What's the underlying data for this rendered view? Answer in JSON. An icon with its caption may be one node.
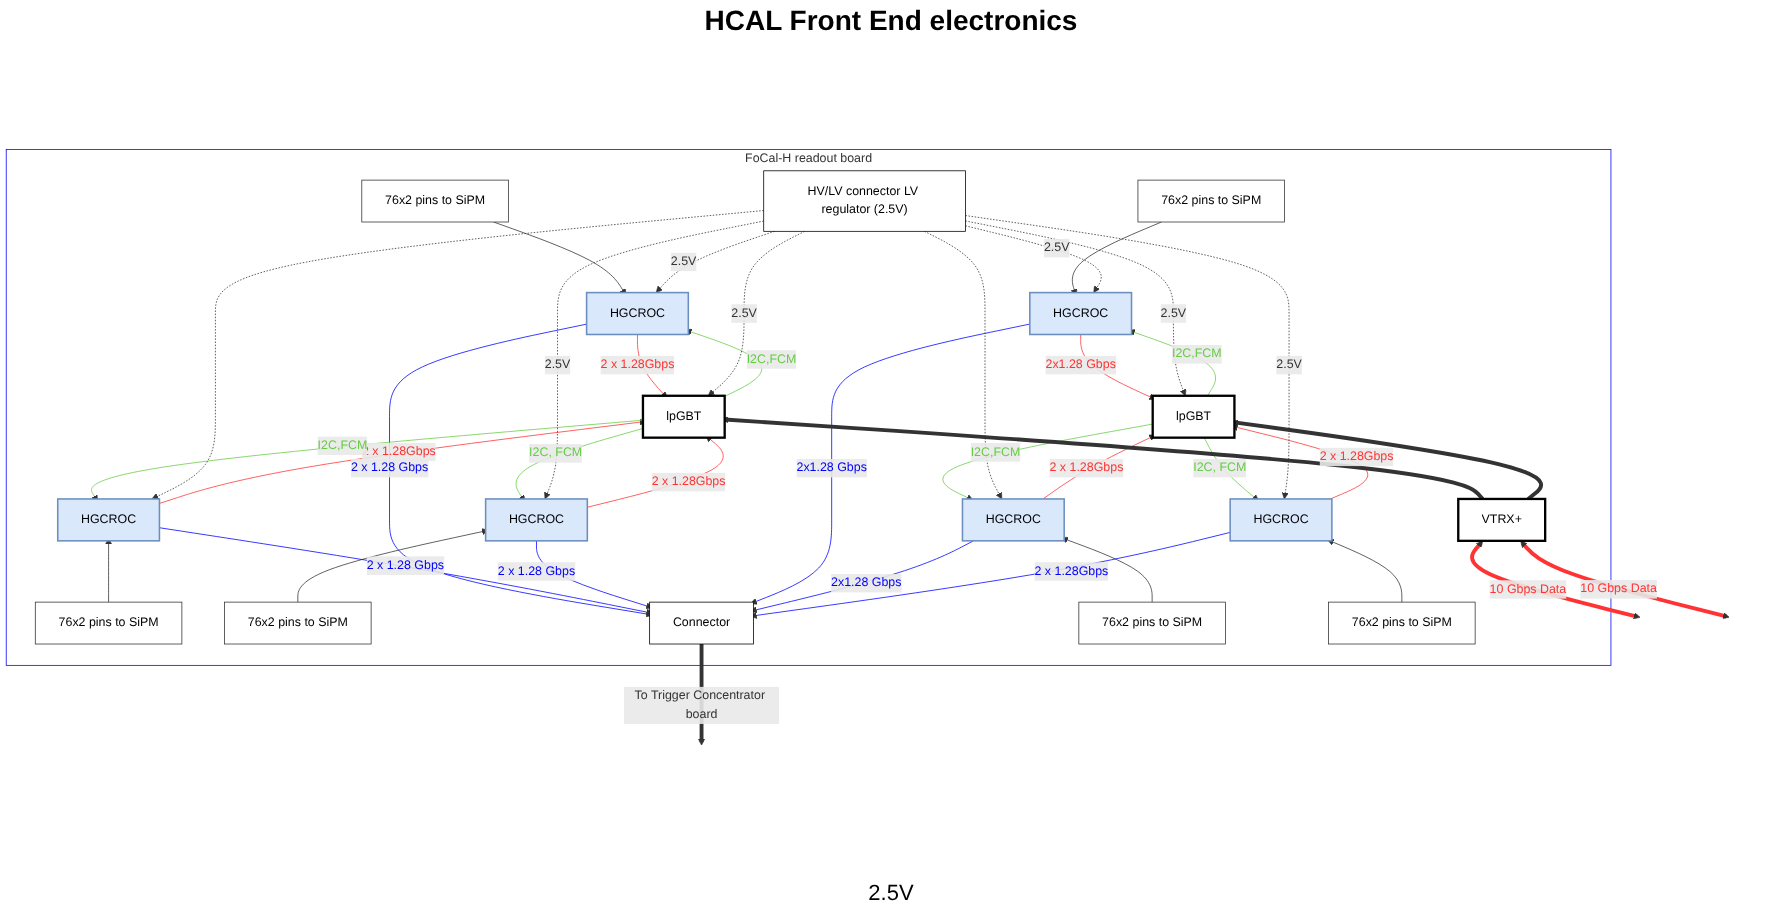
{
  "diagram": {
    "title": "HCAL Front End electronics",
    "nodes": [
      {
        "text": [
          "FoCal-H readout board"
        ]
      },
      {
        "text": [
          "76x2 pins to SiPM"
        ],
        "in": 0
      },
      {
        "text": [
          "76x2 pins to SiPM"
        ],
        "in": 0
      },
      {
        "text": [
          "76x2 pins to SiPM"
        ],
        "in": 0
      },
      {
        "text": [
          "76x2 pins to SiPM"
        ],
        "in": 0
      },
      {
        "text": [
          "HGCROC"
        ],
        "in": 0
      },
      {
        "text": [
          "Connector"
        ],
        "in": 0
      },
      {
        "text": [
          "HGCROC"
        ],
        "in": 0
      },
      {
        "text": [
          "HGCROC"
        ],
        "in": 0
      },
      {
        "text": [
          "lpGBT"
        ],
        "in": 0
      },
      {
        "text": [
          "HV/LV connector LV regulator (2.5V)"
        ],
        "in": 0
      },
      {
        "text": [
          "lpGBT"
        ],
        "in": 0
      },
      {
        "text": [
          "HGCROC"
        ],
        "in": 0
      },
      {
        "text": [
          "VTRX+"
        ],
        "in": 0
      },
      {
        "text": [
          "HGCROC"
        ],
        "in": 0
      },
      {
        "text": [
          "HGCROC"
        ],
        "in": 0
      },
      {
        "text": [
          "76x2 pins to SiPM"
        ],
        "in": 0
      },
      {
        "text": [
          "76x2 pins to SiPM"
        ],
        "in": 0
      }
    ],
    "edges": [
      {
        "from": 1,
        "to": 5,
        "arrow": "to"
      },
      {
        "from": 2,
        "to": 7,
        "arrow": "to"
      },
      {
        "from": 3,
        "to": 8,
        "arrow": "to"
      },
      {
        "from": 4,
        "to": 12,
        "arrow": "to"
      },
      {
        "from": 16,
        "to": 14,
        "arrow": "to"
      },
      {
        "from": 17,
        "to": 15,
        "arrow": "to"
      },
      {
        "from": 5,
        "to": 6,
        "arrow": "to",
        "label": "2 x 1.28 Gbps",
        "color": "#0000ff"
      },
      {
        "from": 8,
        "to": 6,
        "arrow": "to",
        "label": "2 x 1.28 Gbps",
        "color": "#0000ff"
      },
      {
        "from": 14,
        "to": 6,
        "arrow": "to",
        "label": "2 x 1.28 Gbps",
        "color": "#0000ff"
      },
      {
        "from": 7,
        "to": 6,
        "arrow": "to",
        "label": "2x1.28 Gbps",
        "color": "#0000ff"
      },
      {
        "from": 12,
        "to": 6,
        "arrow": "to",
        "label": "2x1.28 Gbps",
        "color": "#0000ff"
      },
      {
        "from": 15,
        "to": 6,
        "arrow": "to",
        "label": "2 x 1.28Gbps",
        "color": "#0000ff"
      },
      {
        "from": 5,
        "to": 9,
        "arrow": "to",
        "label": "2 x 1.28Gbps",
        "color": "#ff3333"
      },
      {
        "from": 9,
        "to": 5,
        "arrow": "to",
        "label": "I2C,FCM",
        "color": "#66cc44"
      },
      {
        "from": 8,
        "to": 9,
        "arrow": "to",
        "label": "2 x 1.28Gbps",
        "color": "#ff3333"
      },
      {
        "from": 9,
        "to": 8,
        "arrow": "to",
        "label": "I2C,FCM",
        "color": "#66cc44"
      },
      {
        "from": 9,
        "to": 14,
        "arrow": "to",
        "label": "I2C, FCM",
        "color": "#66cc44"
      },
      {
        "from": 14,
        "to": 9,
        "arrow": "to",
        "label": "2 x 1.28Gbps",
        "color": "#ff3333"
      },
      {
        "from": 7,
        "to": 11,
        "arrow": "to",
        "label": "2x1.28 Gbps",
        "color": "#ff3333"
      },
      {
        "from": 11,
        "to": 7,
        "arrow": "to",
        "label": "I2C,FCM",
        "color": "#66cc44"
      },
      {
        "from": 12,
        "to": 11,
        "arrow": "to",
        "label": "2 x 1.28Gbps",
        "color": "#ff3333"
      },
      {
        "from": 11,
        "to": 12,
        "arrow": "to",
        "label": "I2C,FCM",
        "color": "#66cc44"
      },
      {
        "from": 11,
        "to": 15,
        "arrow": "to",
        "label": "I2C, FCM",
        "color": "#66cc44"
      },
      {
        "from": 15,
        "to": 11,
        "arrow": "to",
        "label": "2 x 1.28Gbps",
        "color": "#ff3333"
      },
      {
        "from": 10,
        "to": 5,
        "arrow": "to",
        "label": "2.5V",
        "style": "dashed"
      },
      {
        "from": 10,
        "to": 9,
        "arrow": "to",
        "label": "2.5V",
        "style": "dashed"
      },
      {
        "from": 10,
        "to": 8,
        "arrow": "to",
        "style": "dashed"
      },
      {
        "from": 10,
        "to": 14,
        "arrow": "to",
        "label": "2.5V",
        "style": "dashed"
      },
      {
        "from": 10,
        "to": 7,
        "arrow": "to",
        "label": "2.5V",
        "style": "dashed"
      },
      {
        "from": 10,
        "to": 11,
        "arrow": "to",
        "label": "2.5V",
        "style": "dashed"
      },
      {
        "from": 10,
        "to": 12,
        "arrow": "to",
        "style": "dashed"
      },
      {
        "from": 10,
        "to": 15,
        "arrow": "to",
        "label": "2.5V",
        "style": "dashed"
      },
      {
        "from": 13,
        "to": 9,
        "arrow": "to",
        "style": "thick"
      },
      {
        "from": 13,
        "to": 11,
        "arrow": "to",
        "style": "thick"
      },
      {
        "from": 6,
        "to": null,
        "arrow": "to",
        "label": "To Trigger Concentrator board",
        "style": "thick"
      },
      {
        "from": 13,
        "to": null,
        "arrow": "both",
        "label": "10 Gbps Data",
        "style": "thick",
        "color": "#ff3333"
      },
      {
        "from": 13,
        "to": null,
        "arrow": "both",
        "label": "10 Gbps Data",
        "style": "thick",
        "color": "#ff3333"
      }
    ],
    "labels": [
      "2.5V"
    ]
  }
}
